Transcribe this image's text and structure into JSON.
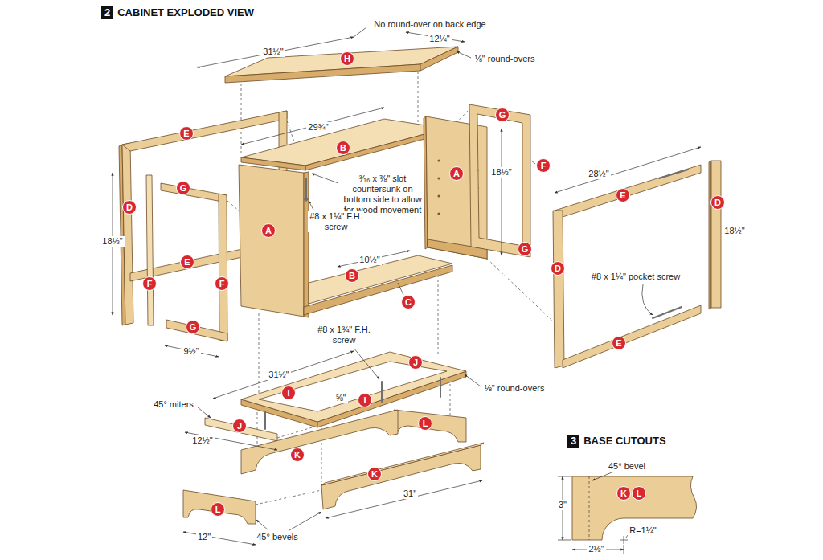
{
  "diagram": {
    "nodes": [
      {
        "text": [
          "2",
          "CABINET EXPLODED VIEW"
        ]
      },
      {
        "text": [
          "H"
        ]
      },
      {
        "text": [
          "G"
        ]
      },
      {
        "text": [
          "E"
        ]
      },
      {
        "text": [
          "B"
        ]
      },
      {
        "text": [
          "F"
        ]
      },
      {
        "text": [
          "A"
        ]
      },
      {
        "text": [
          "G"
        ]
      },
      {
        "text": [
          "E"
        ]
      },
      {
        "text": [
          "D"
        ]
      },
      {
        "text": [
          "D"
        ]
      },
      {
        "text": [
          "A"
        ]
      },
      {
        "text": [
          "G"
        ]
      },
      {
        "text": [
          "E"
        ]
      },
      {
        "text": [
          "D"
        ]
      },
      {
        "text": [
          "B"
        ]
      },
      {
        "text": [
          "F"
        ]
      },
      {
        "text": [
          "F"
        ]
      },
      {
        "text": [
          "C"
        ]
      },
      {
        "text": [
          "G"
        ]
      },
      {
        "text": [
          "E"
        ]
      },
      {
        "text": [
          "J"
        ]
      },
      {
        "text": [
          "I"
        ]
      },
      {
        "text": [
          "I"
        ]
      },
      {
        "text": [
          "L"
        ]
      },
      {
        "text": [
          "J"
        ]
      },
      {
        "text": [
          "3",
          "BASE CUTOUTS"
        ]
      },
      {
        "text": [
          "K"
        ]
      },
      {
        "text": [
          "K"
        ]
      },
      {
        "text": [
          "K"
        ]
      },
      {
        "text": [
          "L"
        ]
      },
      {
        "text": [
          "L"
        ]
      }
    ],
    "labels": [
      "No round-over on back edge",
      "31½\"",
      "12¼\"",
      "⅛\" round-overs",
      "29¾\"",
      "³⁄₁₆ x ⅜\" slot countersunk on bottom side to allow for wood movement",
      "#8 x 1¼\" F.H. screw",
      "18½\"",
      "28½\"",
      "18½\"",
      "18½\"",
      "#8 x 1¼\" pocket screw",
      "10½\"",
      "9½\"",
      "#8 x 1¾\" F.H. screw",
      "31½\"",
      "45° miters",
      "⅝\"",
      "⅛\" round-overs",
      "12½\"",
      "31\"",
      "12\"",
      "45° bevels",
      "45° bevel",
      "3\"",
      "R=1¼\"",
      "2½\""
    ]
  }
}
